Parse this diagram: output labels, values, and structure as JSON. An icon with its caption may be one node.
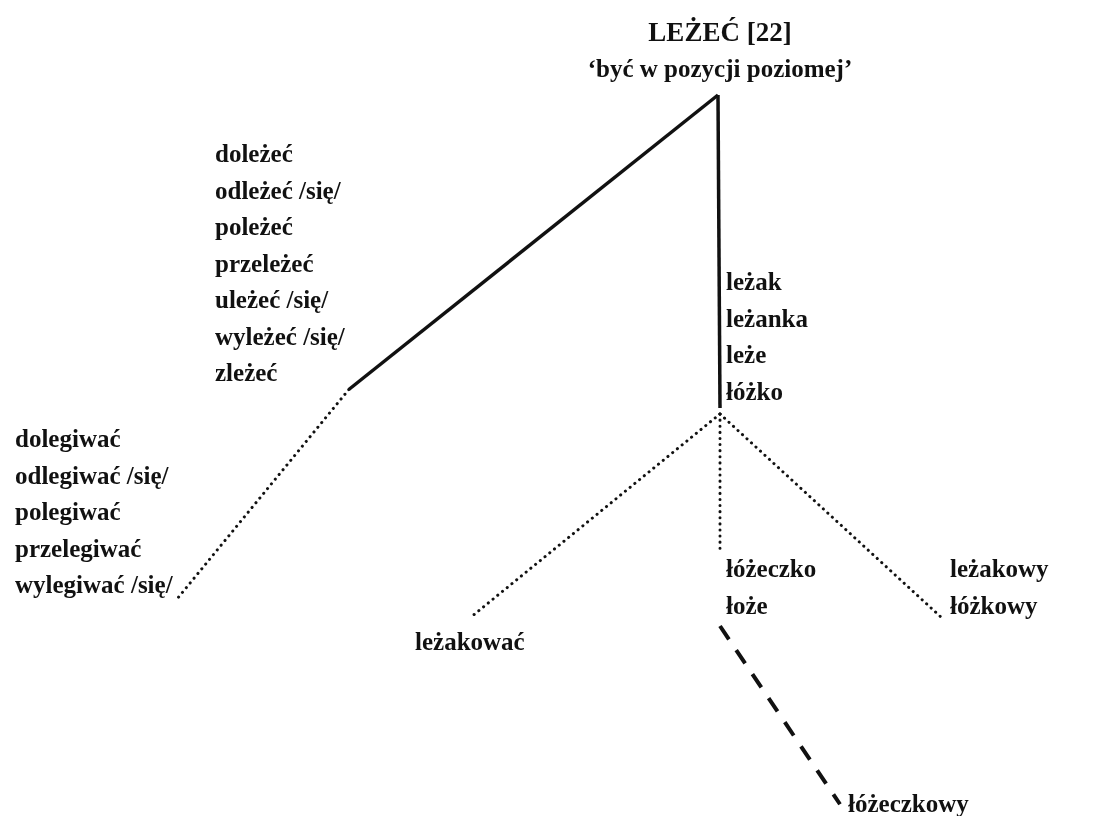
{
  "diagram": {
    "nodes": [
      {
        "text": [
          "LEŻEĆ [22]",
          "‘być w pozycji poziomej’"
        ]
      },
      {
        "text": [
          "doleżeć",
          "odleżeć /się/",
          "poleżeć",
          "przeleżeć",
          "uleżeć /się/",
          "wyleżeć /się/",
          "zleżeć"
        ]
      },
      {
        "text": [
          "dolegiwać",
          "odlegiwać /się/",
          "polegiwać",
          "przelegiwać",
          "wylegiwać /się/"
        ]
      },
      {
        "text": [
          "leżak",
          "leżanka",
          "leże",
          "łóżko"
        ]
      },
      {
        "text": [
          "leżakować"
        ]
      },
      {
        "text": [
          "łóżeczko",
          "łoże"
        ]
      },
      {
        "text": [
          "leżakowy",
          "łóżkowy"
        ]
      },
      {
        "text": [
          "łóżeczkowy"
        ]
      }
    ],
    "edges": [
      {
        "from": 0,
        "to": 1,
        "arrow": "none"
      },
      {
        "from": 1,
        "to": 2,
        "arrow": "none",
        "style": "dashed"
      },
      {
        "from": 0,
        "to": 3,
        "arrow": "none"
      },
      {
        "from": 3,
        "to": 4,
        "arrow": "none",
        "style": "dashed"
      },
      {
        "from": 3,
        "to": 5,
        "arrow": "none",
        "style": "dashed"
      },
      {
        "from": 3,
        "to": 6,
        "arrow": "none",
        "style": "dashed"
      },
      {
        "from": 5,
        "to": 7,
        "arrow": "none",
        "style": "dashed"
      }
    ]
  }
}
